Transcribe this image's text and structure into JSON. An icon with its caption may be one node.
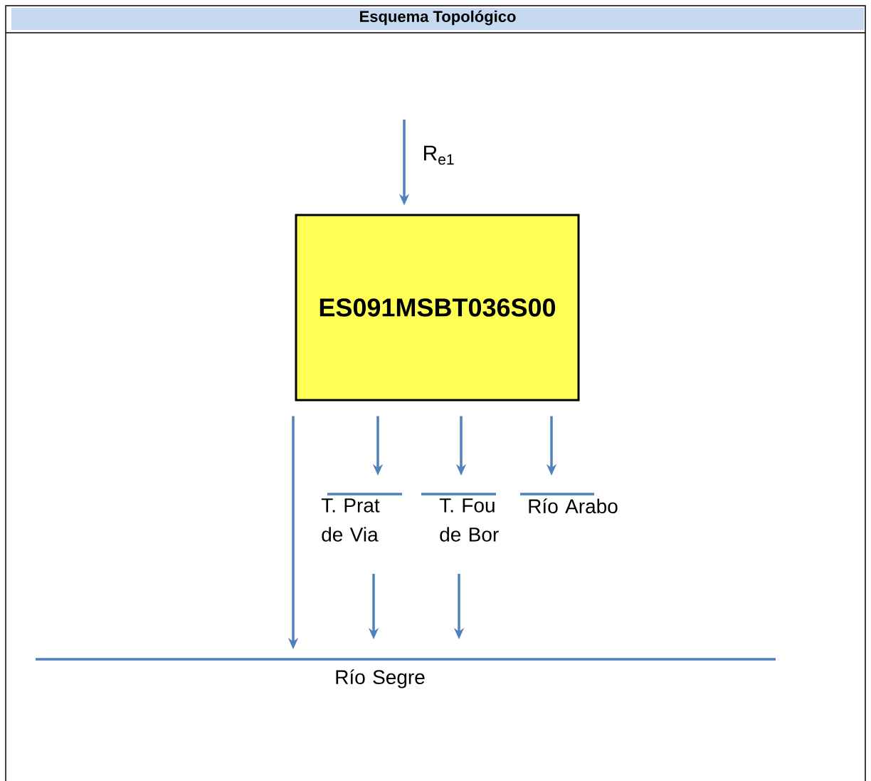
{
  "diagram": {
    "title": "Esquema Topológico",
    "nodes": [
      {
        "text": [
          "ES091MSBT036S00"
        ]
      },
      {
        "text": [
          "T. Prat de Via"
        ]
      },
      {
        "text": [
          "T. Fou de Bor"
        ]
      },
      {
        "text": [
          "Río Arabo"
        ]
      },
      {
        "text": [
          "Río Segre"
        ]
      }
    ],
    "edges": [
      {
        "from": null,
        "to": 0,
        "arrow": "to",
        "label": "R$_{e1}$"
      },
      {
        "from": 0,
        "to": 1,
        "arrow": "to"
      },
      {
        "from": 0,
        "to": 2,
        "arrow": "to"
      },
      {
        "from": 0,
        "to": 3,
        "arrow": "to"
      },
      {
        "from": 0,
        "to": 4,
        "arrow": "to"
      },
      {
        "from": 1,
        "to": 4,
        "arrow": "to"
      },
      {
        "from": 2,
        "to": 4,
        "arrow": "to"
      }
    ]
  }
}
